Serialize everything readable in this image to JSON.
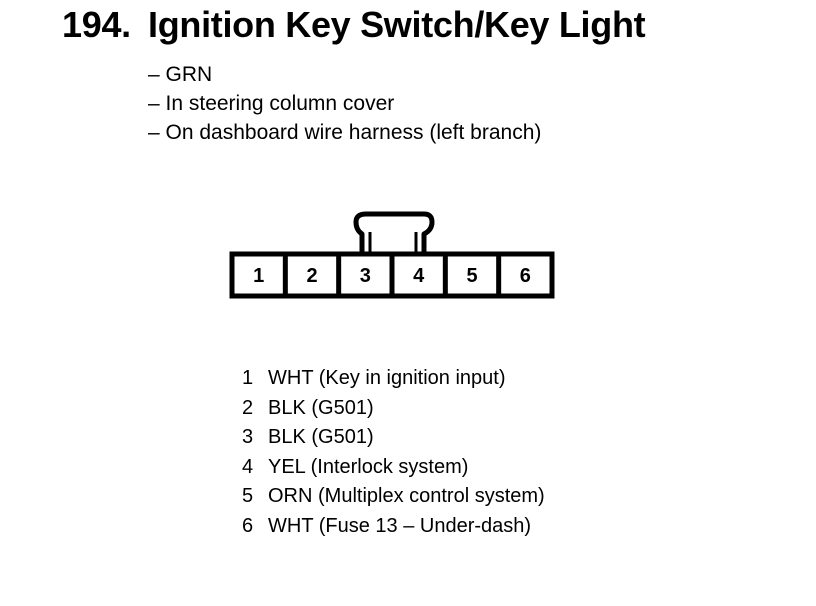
{
  "header": {
    "number": "194.",
    "title": "Ignition Key Switch/Key Light"
  },
  "info": {
    "color": "– GRN",
    "location": "– In steering column cover",
    "harness": "– On dashboard wire harness (left branch)"
  },
  "connector": {
    "pins": [
      "1",
      "2",
      "3",
      "4",
      "5",
      "6"
    ],
    "shroud_spans": [
      "3",
      "4"
    ]
  },
  "pinout": [
    {
      "pin": "1",
      "desc": "WHT (Key in ignition input)"
    },
    {
      "pin": "2",
      "desc": "BLK (G501)"
    },
    {
      "pin": "3",
      "desc": "BLK (G501)"
    },
    {
      "pin": "4",
      "desc": "YEL (Interlock system)"
    },
    {
      "pin": "5",
      "desc": "ORN (Multiplex control system)"
    },
    {
      "pin": "6",
      "desc": "WHT (Fuse 13 – Under-dash)"
    }
  ]
}
